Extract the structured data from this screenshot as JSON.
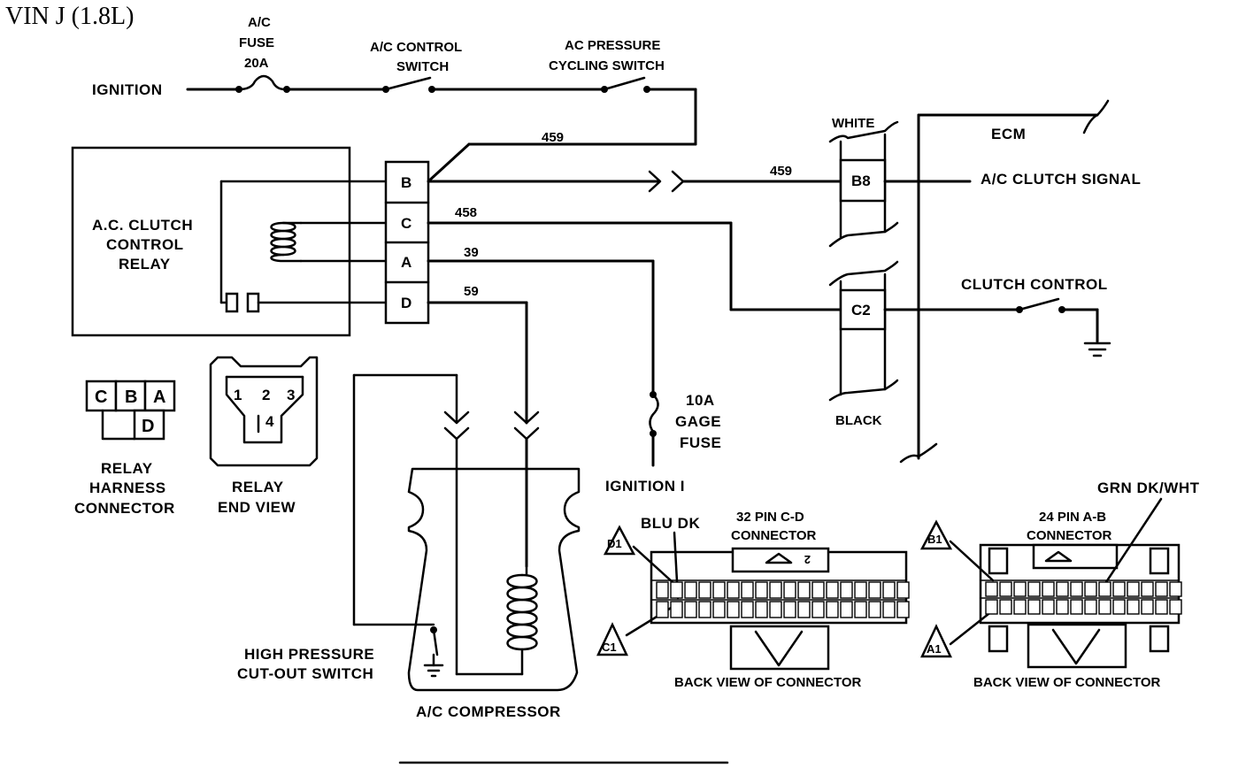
{
  "title": "VIN  J  (1.8L)",
  "fuse_ac": {
    "line1": "A/C",
    "line2": "FUSE",
    "line3": "20A"
  },
  "ignition": "IGNITION",
  "ac_control_switch": {
    "line1": "A/C CONTROL",
    "line2": "SWITCH"
  },
  "ac_pressure_switch": {
    "line1": "AC PRESSURE",
    "line2": "CYCLING SWITCH"
  },
  "relay_box": {
    "line1": "A.C. CLUTCH",
    "line2": "CONTROL",
    "line3": "RELAY"
  },
  "relay_pins": [
    "B",
    "C",
    "A",
    "D"
  ],
  "wires": {
    "w459a": "459",
    "w459b": "459",
    "w458": "458",
    "w39": "39",
    "w59": "59"
  },
  "ecm": {
    "label": "ECM",
    "white": "WHITE",
    "black": "BLACK",
    "pin_b8": "B8",
    "pin_c2": "C2",
    "signal": "A/C CLUTCH SIGNAL",
    "clutch_control": "CLUTCH CONTROL"
  },
  "gage_fuse": {
    "line1": "10A",
    "line2": "GAGE",
    "line3": "FUSE"
  },
  "ignition_i": "IGNITION I",
  "relay_harness": {
    "pins": [
      "C",
      "B",
      "A",
      "D"
    ],
    "line1": "RELAY",
    "line2": "HARNESS",
    "line3": "CONNECTOR"
  },
  "relay_end": {
    "pins": [
      "1",
      "2",
      "3",
      "4"
    ],
    "line1": "RELAY",
    "line2": "END VIEW"
  },
  "high_pressure": {
    "line1": "HIGH PRESSURE",
    "line2": "CUT-OUT SWITCH"
  },
  "compressor": "A/C COMPRESSOR",
  "conn32": {
    "wire": "BLU DK",
    "line1": "32 PIN C-D",
    "line2": "CONNECTOR",
    "marker_top": "D1",
    "marker_bottom": "C1",
    "caption": "BACK VIEW OF CONNECTOR"
  },
  "conn24": {
    "wire": "GRN DK/WHT",
    "line1": "24 PIN A-B",
    "line2": "CONNECTOR",
    "marker_top": "B1",
    "marker_bottom": "A1",
    "caption": "BACK VIEW OF CONNECTOR"
  }
}
